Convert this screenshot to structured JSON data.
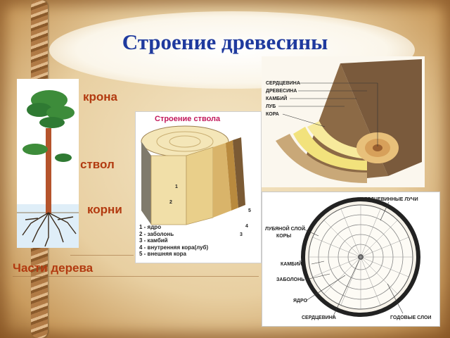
{
  "slide": {
    "title": "Строение древесины"
  },
  "tree": {
    "labels": {
      "crown": "крона",
      "trunk": "ствол",
      "roots": "корни"
    },
    "caption": "Части дерева"
  },
  "trunk_structure": {
    "title": "Строение ствола",
    "callouts": [
      "1",
      "2",
      "3",
      "4",
      "5"
    ],
    "legend": [
      "1 - ядро",
      "2 - заболонь",
      "3 - камбий",
      "4 - внутренняя кора(луб)",
      "5 - внешняя кора"
    ]
  },
  "log_diagram": {
    "labels": [
      "СЕРДЦЕВИНА",
      "ДРЕВЕСИНА",
      "КАМБИЙ",
      "ЛУБ",
      "КОРА"
    ]
  },
  "cross_section": {
    "labels": {
      "rays": "СЕРДЦЕВИННЫЕ ЛУЧИ",
      "bast": "ЛУБЯНОЙ СЛОЙ",
      "bark": "КОРЫ",
      "cambium": "КАМБИЙ",
      "sapwood": "ЗАБОЛОНЬ",
      "core": "ЯДРО",
      "pith": "СЕРДЦЕВИНА",
      "rings": "ГОДОВЫЕ СЛОИ"
    }
  }
}
